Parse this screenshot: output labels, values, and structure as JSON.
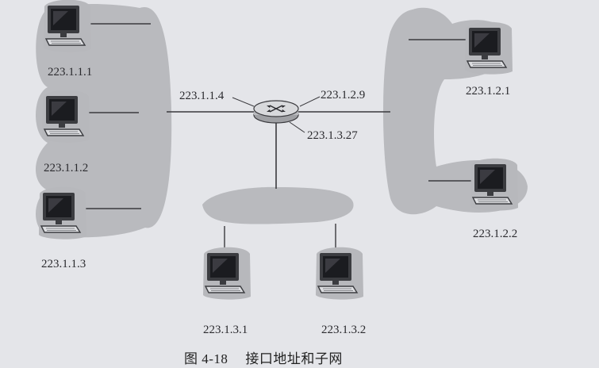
{
  "figure": {
    "caption_number": "图 4-18",
    "caption_title": "接口地址和子网"
  },
  "subnets": [
    {
      "name": "subnet-223-1-1",
      "hosts": [
        "223.1.1.1",
        "223.1.1.2",
        "223.1.1.3"
      ],
      "router_interface": "223.1.1.4"
    },
    {
      "name": "subnet-223-1-2",
      "hosts": [
        "223.1.2.1",
        "223.1.2.2"
      ],
      "router_interface": "223.1.2.9"
    },
    {
      "name": "subnet-223-1-3",
      "hosts": [
        "223.1.3.1",
        "223.1.3.2"
      ],
      "router_interface": "223.1.3.27"
    }
  ],
  "colors": {
    "background": "#e4e5e9",
    "subnet_cloud": "#b9babe",
    "link": "#3a3a3e",
    "monitor_frame": "#3b3c40",
    "screen": "#1b1c20"
  }
}
